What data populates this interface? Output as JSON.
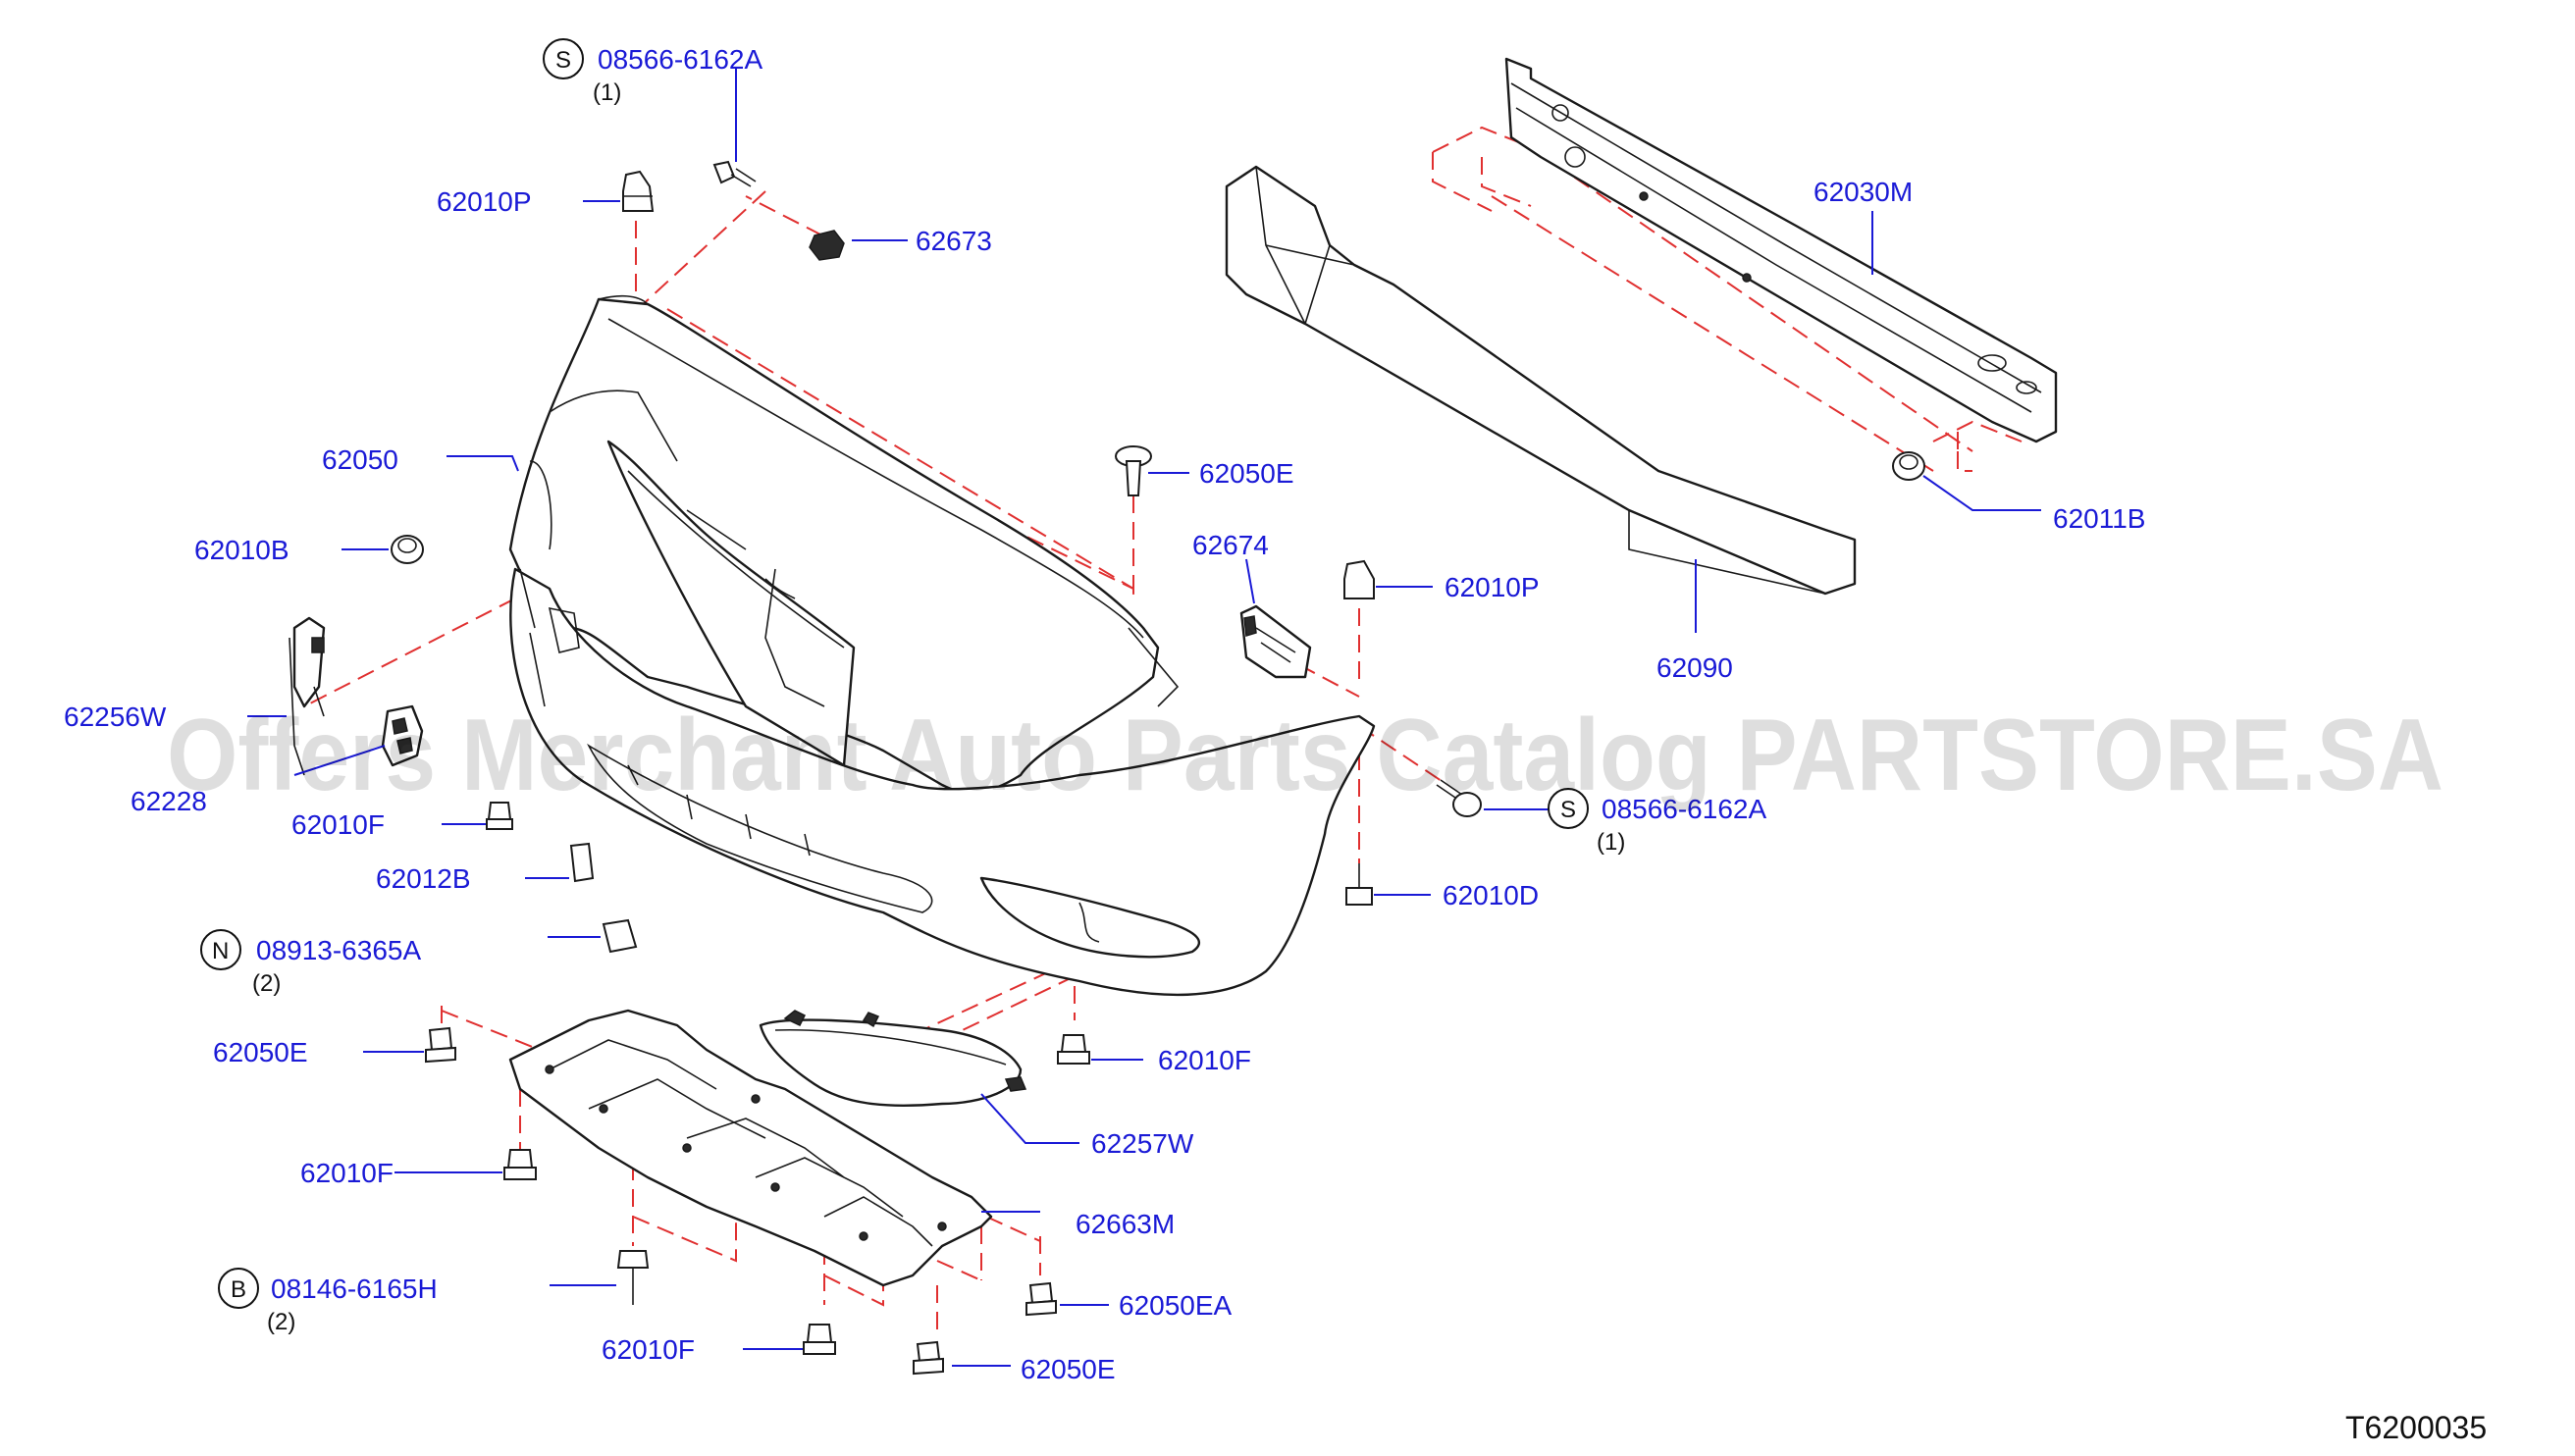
{
  "diagram": {
    "drawing_code": "T6200035",
    "watermark": "Offers Merchant Auto Parts Catalog PARTSTORE.SA",
    "callouts": [
      {
        "id": "c-62010p-top",
        "part_no": "62010P"
      },
      {
        "id": "c-62673",
        "part_no": "62673"
      },
      {
        "id": "c-62050",
        "part_no": "62050"
      },
      {
        "id": "c-62010b",
        "part_no": "62010B"
      },
      {
        "id": "c-62256w",
        "part_no": "62256W"
      },
      {
        "id": "c-62228",
        "part_no": "62228"
      },
      {
        "id": "c-62010f-1",
        "part_no": "62010F"
      },
      {
        "id": "c-62012b",
        "part_no": "62012B"
      },
      {
        "id": "c-62050e-left",
        "part_no": "62050E"
      },
      {
        "id": "c-62010f-2",
        "part_no": "62010F"
      },
      {
        "id": "c-62010f-3",
        "part_no": "62010F"
      },
      {
        "id": "c-62050e-top",
        "part_no": "62050E"
      },
      {
        "id": "c-62674",
        "part_no": "62674"
      },
      {
        "id": "c-62010p-right",
        "part_no": "62010P"
      },
      {
        "id": "c-62010d",
        "part_no": "62010D"
      },
      {
        "id": "c-62010f-right",
        "part_no": "62010F"
      },
      {
        "id": "c-62257w",
        "part_no": "62257W"
      },
      {
        "id": "c-62663m",
        "part_no": "62663M"
      },
      {
        "id": "c-62050ea",
        "part_no": "62050EA"
      },
      {
        "id": "c-62050e-bottom",
        "part_no": "62050E"
      },
      {
        "id": "c-62030m",
        "part_no": "62030M"
      },
      {
        "id": "c-62090",
        "part_no": "62090"
      },
      {
        "id": "c-62011b",
        "part_no": "62011B"
      }
    ],
    "std_parts": [
      {
        "id": "s-top",
        "marker": "S",
        "part_no": "08566-6162A",
        "qty": "(1)"
      },
      {
        "id": "s-right",
        "marker": "S",
        "part_no": "08566-6162A",
        "qty": "(1)"
      },
      {
        "id": "n-left",
        "marker": "N",
        "part_no": "08913-6365A",
        "qty": "(2)"
      },
      {
        "id": "b-left",
        "marker": "B",
        "part_no": "08146-6165H",
        "qty": "(2)"
      }
    ]
  }
}
